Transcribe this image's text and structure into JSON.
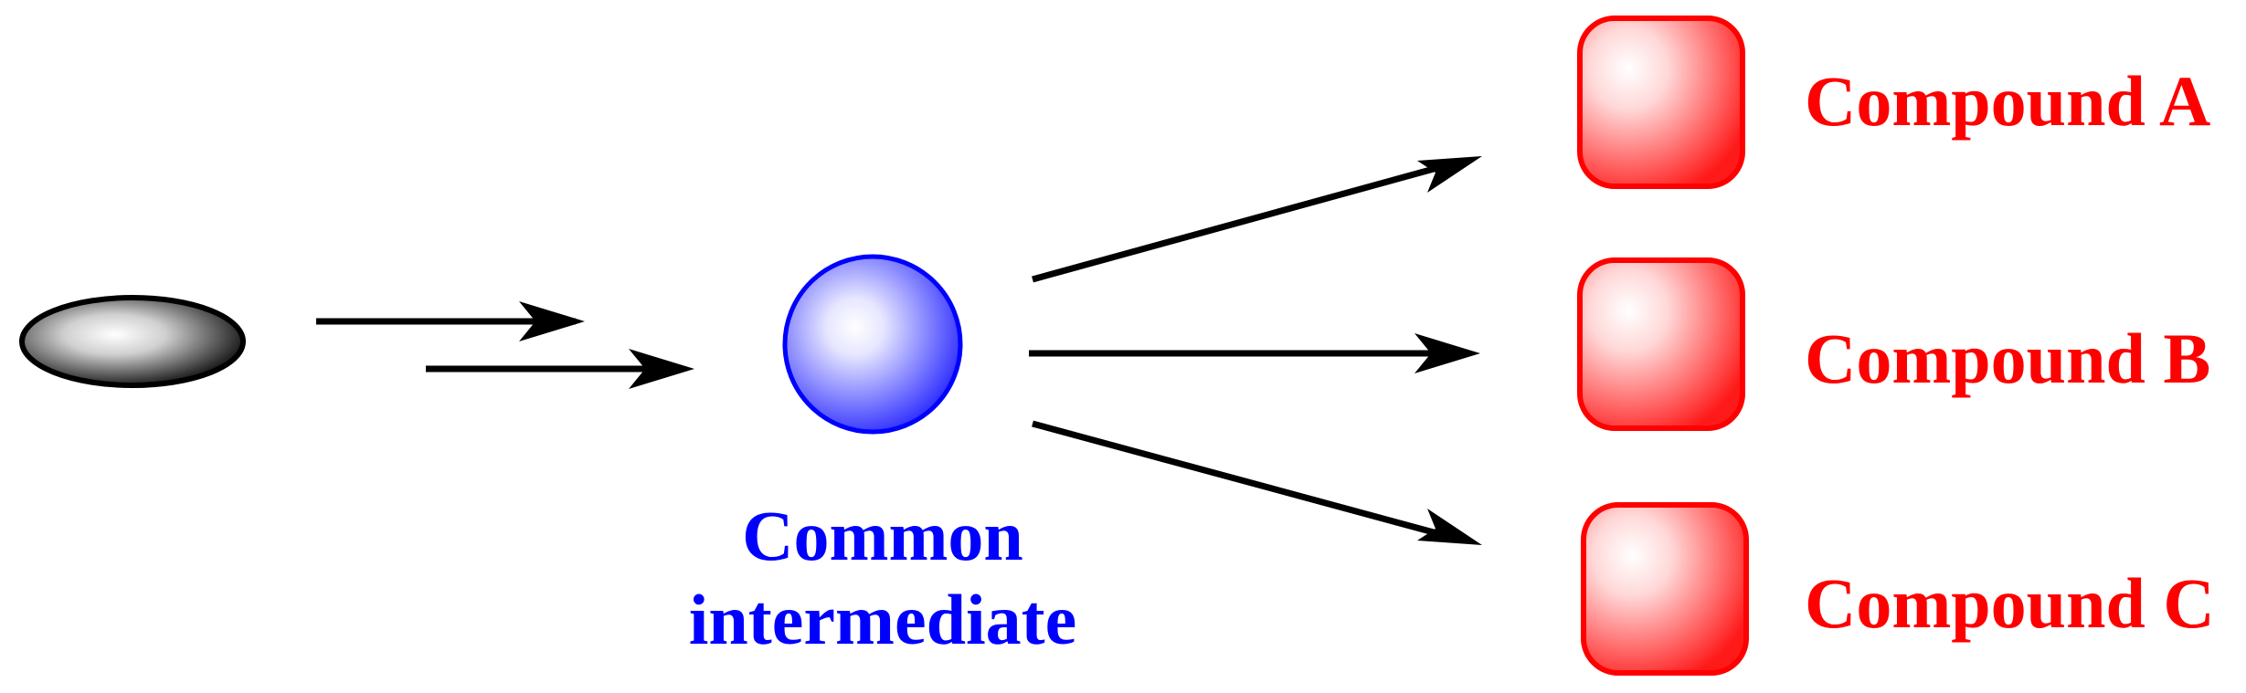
{
  "intermediate": {
    "label_line1": "Common",
    "label_line2": "intermediate",
    "color": "#0000ff"
  },
  "products": [
    {
      "label": "Compound A",
      "color": "#ff0000"
    },
    {
      "label": "Compound B",
      "color": "#ff0000"
    },
    {
      "label": "Compound C",
      "color": "#ff0000"
    }
  ],
  "starting_material": {
    "color": "#000000"
  },
  "arrow_color": "#000000"
}
